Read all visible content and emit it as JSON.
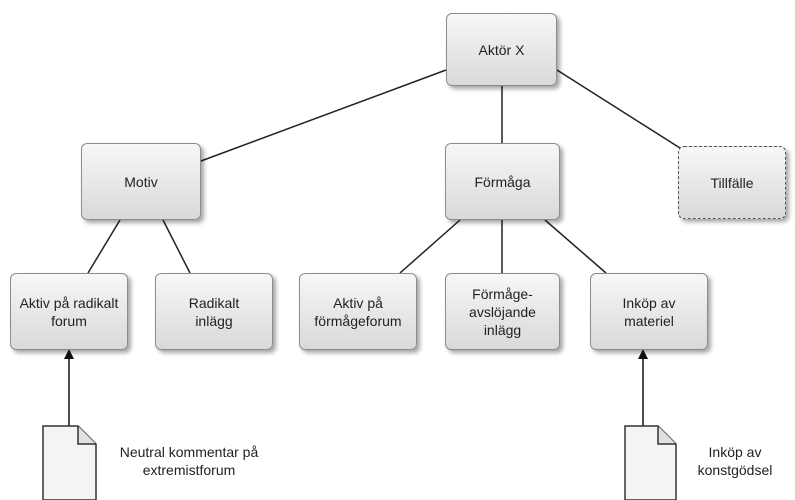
{
  "nodes": {
    "aktor_x": "Aktör X",
    "motiv": "Motiv",
    "formaga": "Förmåga",
    "tillfalle": "Tillfälle",
    "aktiv_radikalt_forum": "Aktiv på radikalt forum",
    "radikalt_inlagg": "Radikalt inlägg",
    "aktiv_formageforum": "Aktiv på förmågeforum",
    "formage_avslojande_inlagg": "Förmåge-avslöjande inlägg",
    "inkop_av_materiel": "Inköp av materiel"
  },
  "documents": {
    "neutral_kommentar": "Neutral kommentar på extremistforum",
    "inkop_konstgodsel": "Inköp av konstgödsel"
  }
}
